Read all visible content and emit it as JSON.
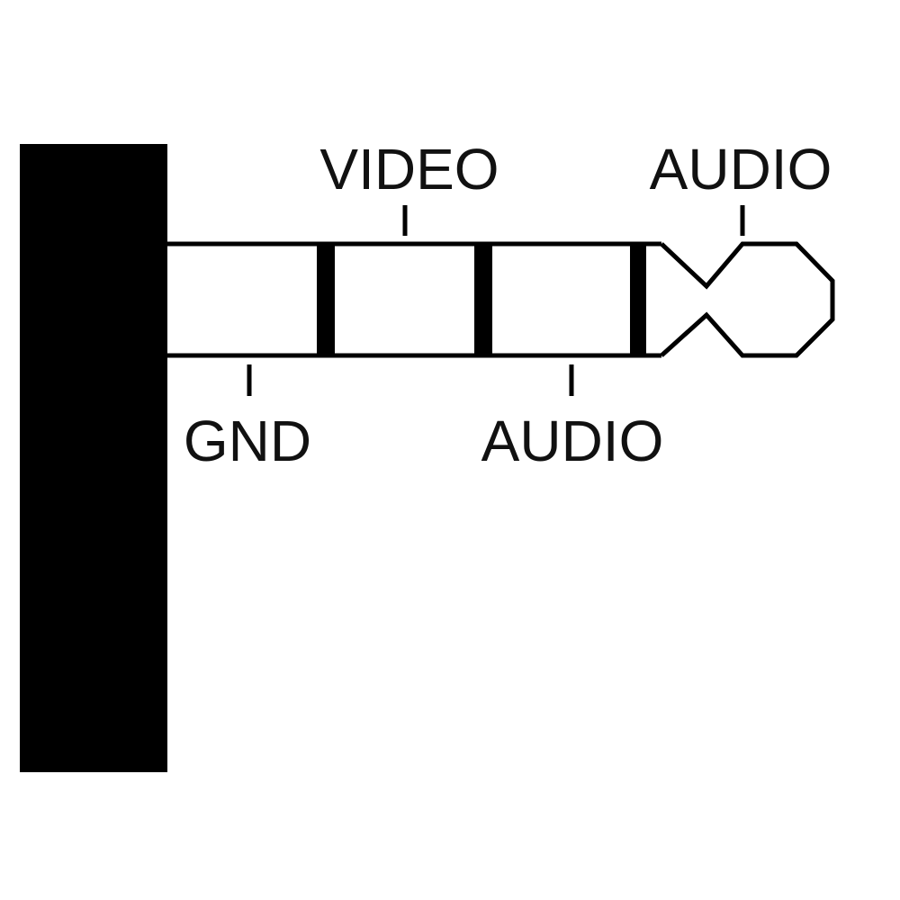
{
  "diagram": {
    "labels": {
      "video": "VIDEO",
      "audio_tip": "AUDIO",
      "gnd": "GND",
      "audio_ring": "AUDIO"
    },
    "colors": {
      "ink": "#000000",
      "background": "#ffffff"
    }
  }
}
